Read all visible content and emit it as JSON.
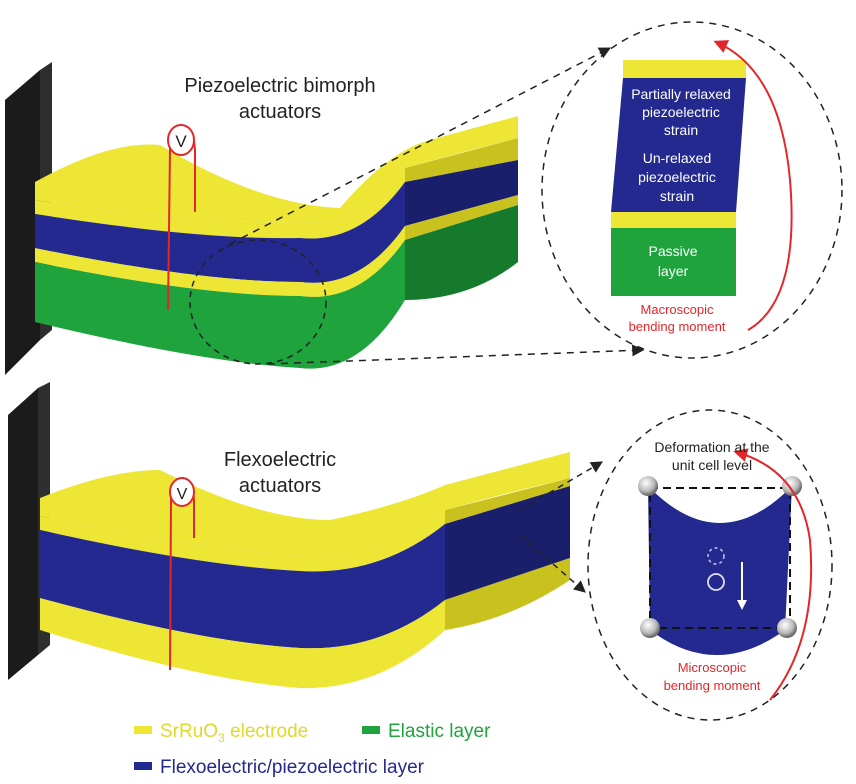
{
  "top_panel": {
    "title_line1": "Piezoelectric bimorph",
    "title_line2": "actuators",
    "voltage_symbol": "V",
    "inset": {
      "label_partially_1": "Partially relaxed",
      "label_partially_2": "piezoelectric",
      "label_partially_3": "strain",
      "label_unrelaxed_1": "Un-relaxed",
      "label_unrelaxed_2": "piezoelectric",
      "label_unrelaxed_3": "strain",
      "label_passive_1": "Passive",
      "label_passive_2": "layer",
      "moment_1": "Macroscopic",
      "moment_2": "bending moment"
    }
  },
  "bottom_panel": {
    "title_line1": "Flexoelectric",
    "title_line2": "actuators",
    "voltage_symbol": "V",
    "inset": {
      "deform_1": "Deformation at the",
      "deform_2": "unit cell level",
      "moment_1": "Microscopic",
      "moment_2": "bending moment"
    }
  },
  "legend": {
    "items": [
      {
        "label_main": "SrRuO",
        "label_sub": "3",
        "label_rest": " electrode",
        "color": "#ede634"
      },
      {
        "label_main": "Elastic layer",
        "label_sub": "",
        "label_rest": "",
        "color": "#1ea33d"
      },
      {
        "label_main": "Flexoelectric/piezoelectric layer",
        "label_sub": "",
        "label_rest": "",
        "color": "#23298e"
      }
    ]
  },
  "colors": {
    "yellow": "#ede634",
    "yellow_dark": "#c9c21e",
    "blue": "#23298e",
    "blue_dark": "#1a1f6b",
    "green": "#1ea33d",
    "green_dark": "#157a2c",
    "clamp": "#1b1b1b",
    "red": "#e3262b"
  }
}
